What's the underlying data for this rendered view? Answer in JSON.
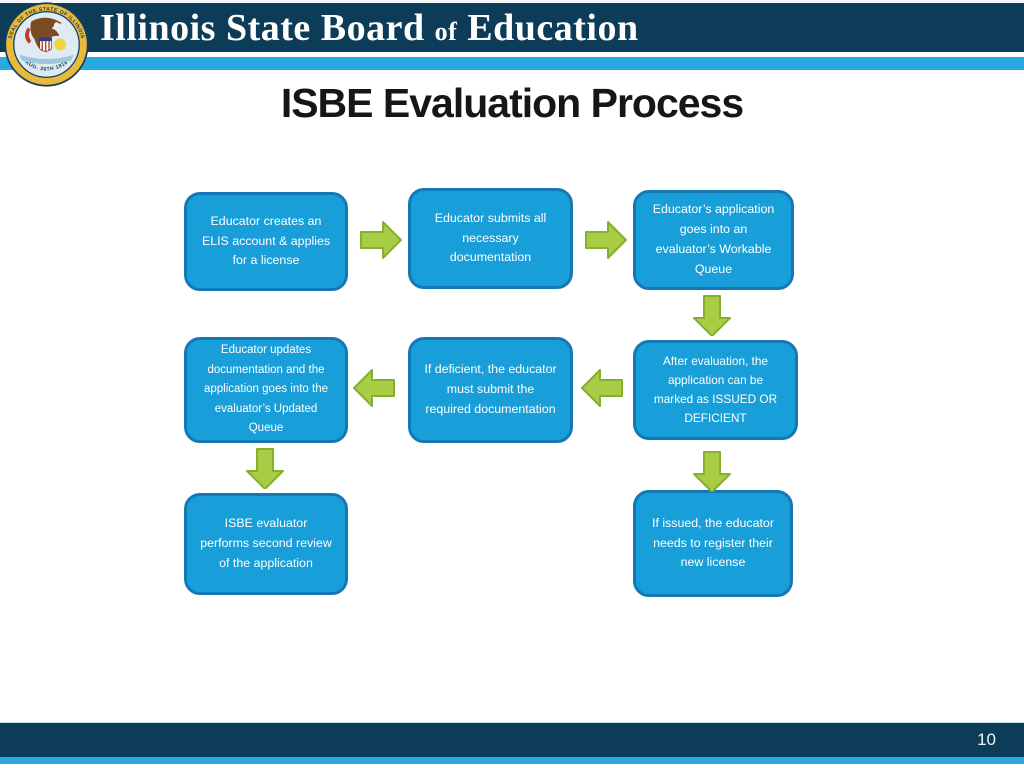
{
  "header": {
    "brand_main": "Illinois State Board ",
    "brand_of": "of",
    "brand_end": " Education",
    "seal_text_top": "SEAL OF THE STATE OF ILLINOIS",
    "seal_text_bottom": "AUG. 26TH 1818"
  },
  "title": "ISBE Evaluation Process",
  "flowchart": {
    "boxes": [
      {
        "text": "Educator creates an ELIS account & applies for a license"
      },
      {
        "text": "Educator submits all necessary documentation"
      },
      {
        "text": "Educator’s application goes into an evaluator’s Workable Queue"
      },
      {
        "text": "After evaluation, the application can be marked as ISSUED OR DEFICIENT"
      },
      {
        "text": "If deficient, the educator must submit the required documentation"
      },
      {
        "text": "Educator updates documentation and the application goes into the evaluator’s Updated Queue"
      },
      {
        "text": "ISBE evaluator performs second review of the application"
      },
      {
        "text": "If issued, the educator needs to register their new license"
      }
    ],
    "arrows": [
      {
        "direction": "right",
        "from": 1,
        "to": 2
      },
      {
        "direction": "right",
        "from": 2,
        "to": 3
      },
      {
        "direction": "down",
        "from": 3,
        "to": 4
      },
      {
        "direction": "left",
        "from": 4,
        "to": 5
      },
      {
        "direction": "left",
        "from": 5,
        "to": 6
      },
      {
        "direction": "down",
        "from": 6,
        "to": 7
      },
      {
        "direction": "down",
        "from": 4,
        "to": 8
      }
    ]
  },
  "footer": {
    "page_number": "10"
  },
  "colors": {
    "navy": "#0d3c59",
    "stripe_blue": "#29a9e1",
    "box_fill": "#189fd9",
    "box_border": "#1478b6",
    "arrow_fill": "#a8cd44",
    "arrow_stroke": "#85af2f",
    "box_text": "#ffffff",
    "title_text": "#161616"
  }
}
